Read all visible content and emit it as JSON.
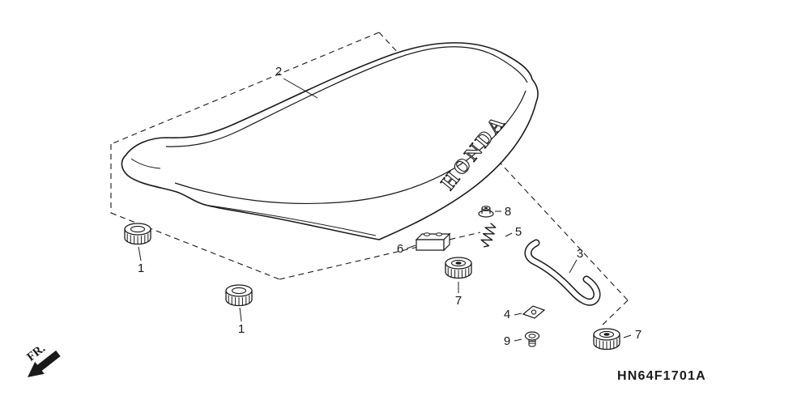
{
  "diagram": {
    "code": "HN64F1701A",
    "direction_label": "FR.",
    "brand": "HONDA",
    "colors": {
      "background": "#ffffff",
      "line": "#1a1a1a"
    },
    "callouts": {
      "c1a": "1",
      "c1b": "1",
      "c2": "2",
      "c3": "3",
      "c4": "4",
      "c5": "5",
      "c6": "6",
      "c7a": "7",
      "c7b": "7",
      "c8": "8",
      "c9": "9"
    }
  }
}
